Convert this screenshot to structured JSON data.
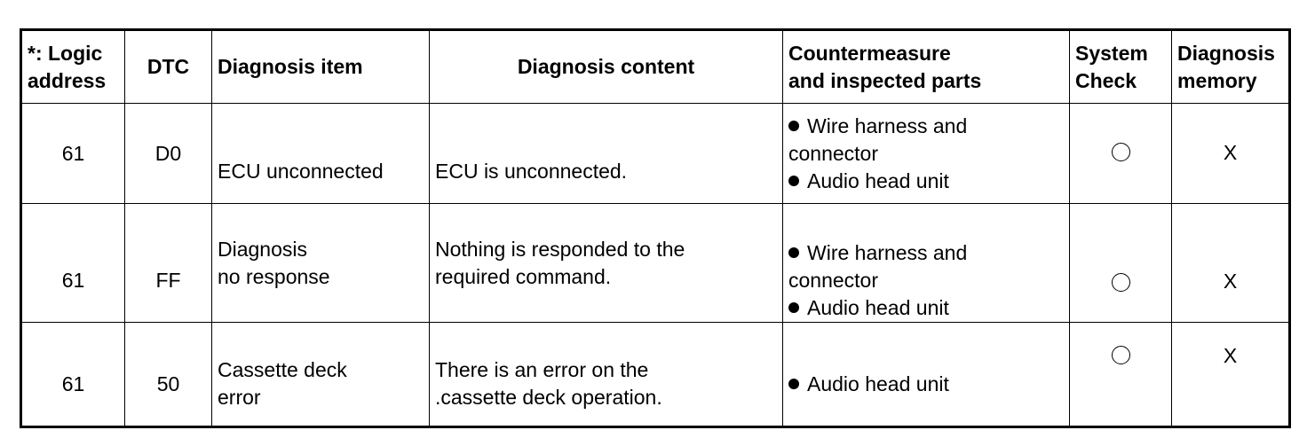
{
  "headers": {
    "logic": [
      "*: Logic",
      "address"
    ],
    "dtc": "DTC",
    "item": "Diagnosis item",
    "content": "Diagnosis content",
    "counter": [
      "Countermeasure",
      "and inspected parts"
    ],
    "system": [
      "System",
      "Check"
    ],
    "memory": [
      "Diagnosis",
      "memory"
    ]
  },
  "rows": [
    {
      "logic": "61",
      "dtc": "D0",
      "item": [
        "ECU unconnected"
      ],
      "content": [
        "ECU is unconnected."
      ],
      "counter": [
        {
          "bullet": true,
          "text": "Wire harness and"
        },
        {
          "bullet": false,
          "text": "connector"
        },
        {
          "bullet": true,
          "text": "Audio head unit"
        }
      ],
      "system_check": "circle",
      "memory": "X"
    },
    {
      "logic": "61",
      "dtc": "FF",
      "item": [
        "Diagnosis",
        "no response"
      ],
      "content": [
        "Nothing is responded to the",
        "required command."
      ],
      "counter": [
        {
          "bullet": true,
          "text": "Wire harness and"
        },
        {
          "bullet": false,
          "text": "connector"
        },
        {
          "bullet": true,
          "text": "Audio head unit"
        }
      ],
      "system_check": "circle",
      "memory": "X"
    },
    {
      "logic": "61",
      "dtc": "50",
      "item": [
        "Cassette deck",
        "error"
      ],
      "content": [
        "There is an error on the",
        ".cassette deck operation."
      ],
      "counter": [
        {
          "bullet": true,
          "text": "Audio head unit"
        }
      ],
      "system_check": "circle",
      "memory": "X"
    }
  ],
  "icons": {
    "bullet": "filled-circle-bullet-icon",
    "system_check": "open-circle-icon"
  }
}
